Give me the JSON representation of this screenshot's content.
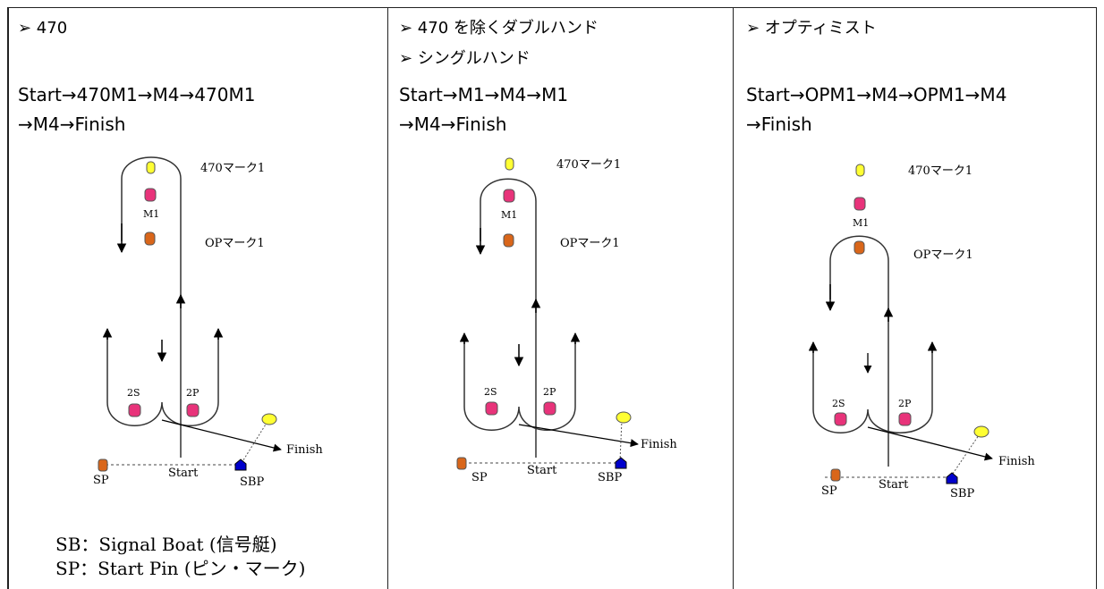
{
  "columns": [
    {
      "heading_lines": [
        "➢ 470"
      ],
      "course_lines": [
        "Start→470M1→M4→470M1",
        "→M4→Finish"
      ],
      "diagram": {
        "mark_470": "470マーク1",
        "mark_m1": "M1",
        "mark_op": "OPマーク1",
        "mark_2s": "2S",
        "mark_2p": "2P",
        "finish": "Finish",
        "start": "Start",
        "sp": "SP",
        "sbp": "SBP"
      }
    },
    {
      "heading_lines": [
        "➢ 470 を除くダブルハンド",
        "➢ シングルハンド"
      ],
      "course_lines": [
        "Start→M1→M4→M1",
        "→M4→Finish"
      ],
      "diagram": {
        "mark_470": "470マーク1",
        "mark_m1": "M1",
        "mark_op": "OPマーク1",
        "mark_2s": "2S",
        "mark_2p": "2P",
        "finish": "Finish",
        "start": "Start",
        "sp": "SP",
        "sbp": "SBP"
      }
    },
    {
      "heading_lines": [
        "➢ オプティミスト"
      ],
      "course_lines": [
        "Start→OPM1→M4→OPM1→M4",
        "→Finish"
      ],
      "diagram": {
        "mark_470": "470マーク1",
        "mark_m1": "M1",
        "mark_op": "OPマーク1",
        "mark_2s": "2S",
        "mark_2p": "2P",
        "finish": "Finish",
        "start": "Start",
        "sp": "SP",
        "sbp": "SBP"
      }
    }
  ],
  "legend": {
    "sb": "SB：Signal Boat (信号艇)",
    "sp": "SP：Start Pin (ピン・マーク)"
  },
  "colors": {
    "mark_470": "#ffff33",
    "mark_m": "#e8337a",
    "mark_op": "#d9661a",
    "mark_sbp": "#0000cc",
    "finish_buoy": "#ffff33"
  }
}
